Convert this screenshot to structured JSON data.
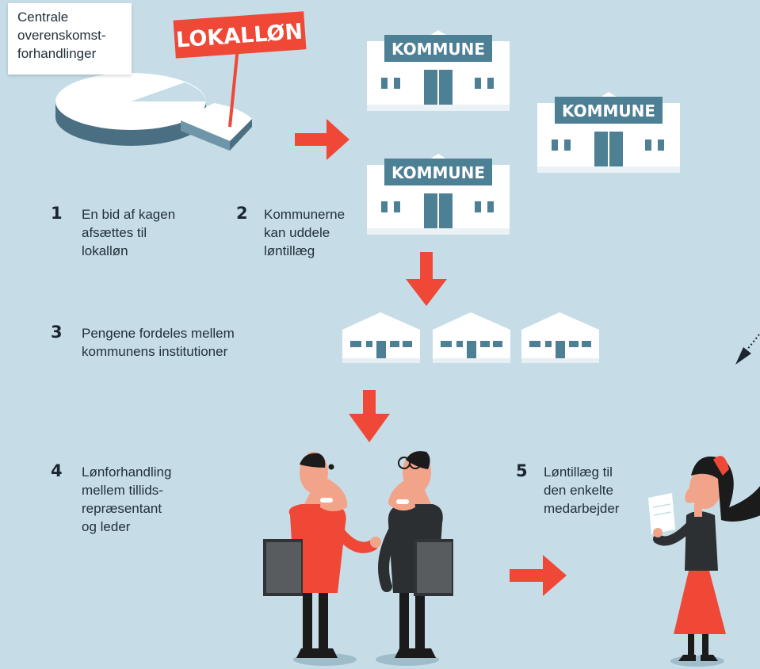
{
  "central_box": {
    "text": "Centrale\noverenskomst-\nforhandlinger"
  },
  "sign": {
    "text": "LOKALLØN"
  },
  "municipality": {
    "label": "KOMMUNE"
  },
  "steps": [
    {
      "number": "1",
      "text": "En bid af kagen\nafsættes til\nlokalløn"
    },
    {
      "number": "2",
      "text": "Kommunerne\nkan uddele\nløntillæg"
    },
    {
      "number": "3",
      "text": "Pengene fordeles mellem\nkommunens institutioner"
    },
    {
      "number": "4",
      "text": "Lønforhandling\nmellem tillids-\nrepræsentant\nog leder"
    },
    {
      "number": "5",
      "text": "Løntillæg til\nden enkelte\nmedarbejder"
    }
  ],
  "colors": {
    "background": "#c6dde7",
    "accent_red": "#ef4836",
    "building_white": "#ffffff",
    "building_blue": "#4d7f95",
    "pie_dark": "#4a6f82",
    "text": "#22303a"
  }
}
